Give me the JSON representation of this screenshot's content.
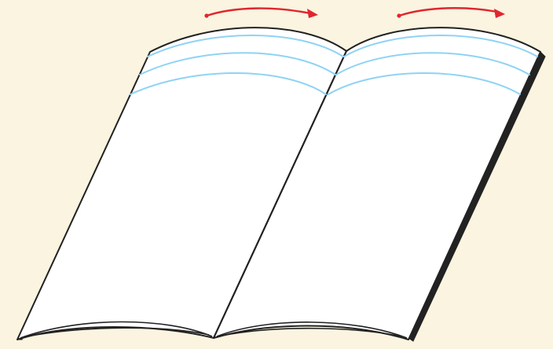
{
  "figure": {
    "subject": "open-book-pages-curling",
    "background_color": "#FAF4E0",
    "outline_color": "#222222",
    "page_fill_color": "#FFFFFF",
    "guide_line_color": "#8FD3F4",
    "arrow_color": "#E0262E",
    "pages": [
      {
        "side": "left",
        "guide_lines": 3,
        "arrow_direction": "right"
      },
      {
        "side": "right",
        "guide_lines": 3,
        "arrow_direction": "right"
      }
    ]
  }
}
